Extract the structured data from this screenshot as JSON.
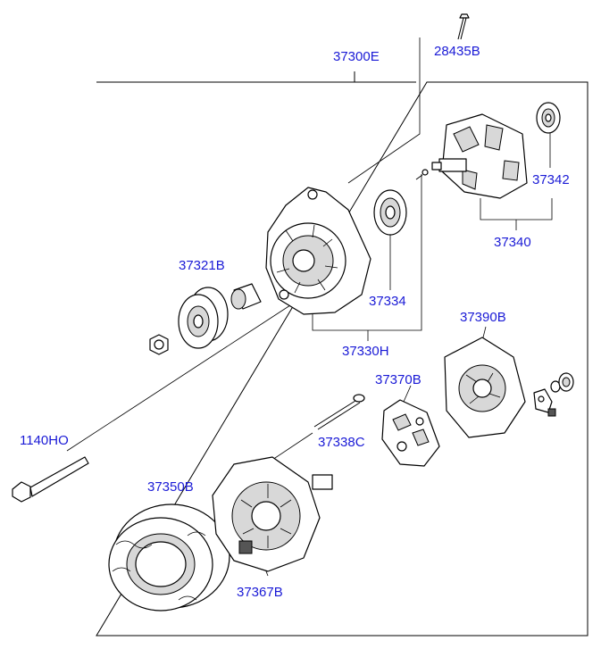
{
  "colors": {
    "label": "#1a1ad6",
    "line": "#000000",
    "background": "#ffffff"
  },
  "labels": {
    "p37300E": "37300E",
    "p28435B": "28435B",
    "p37342": "37342",
    "p37340": "37340",
    "p37321B": "37321B",
    "p37334": "37334",
    "p37330H": "37330H",
    "p37390B": "37390B",
    "p37370B": "37370B",
    "p37338C": "37338C",
    "p1140HO": "1140HO",
    "p37350B": "37350B",
    "p37367B": "37367B"
  }
}
